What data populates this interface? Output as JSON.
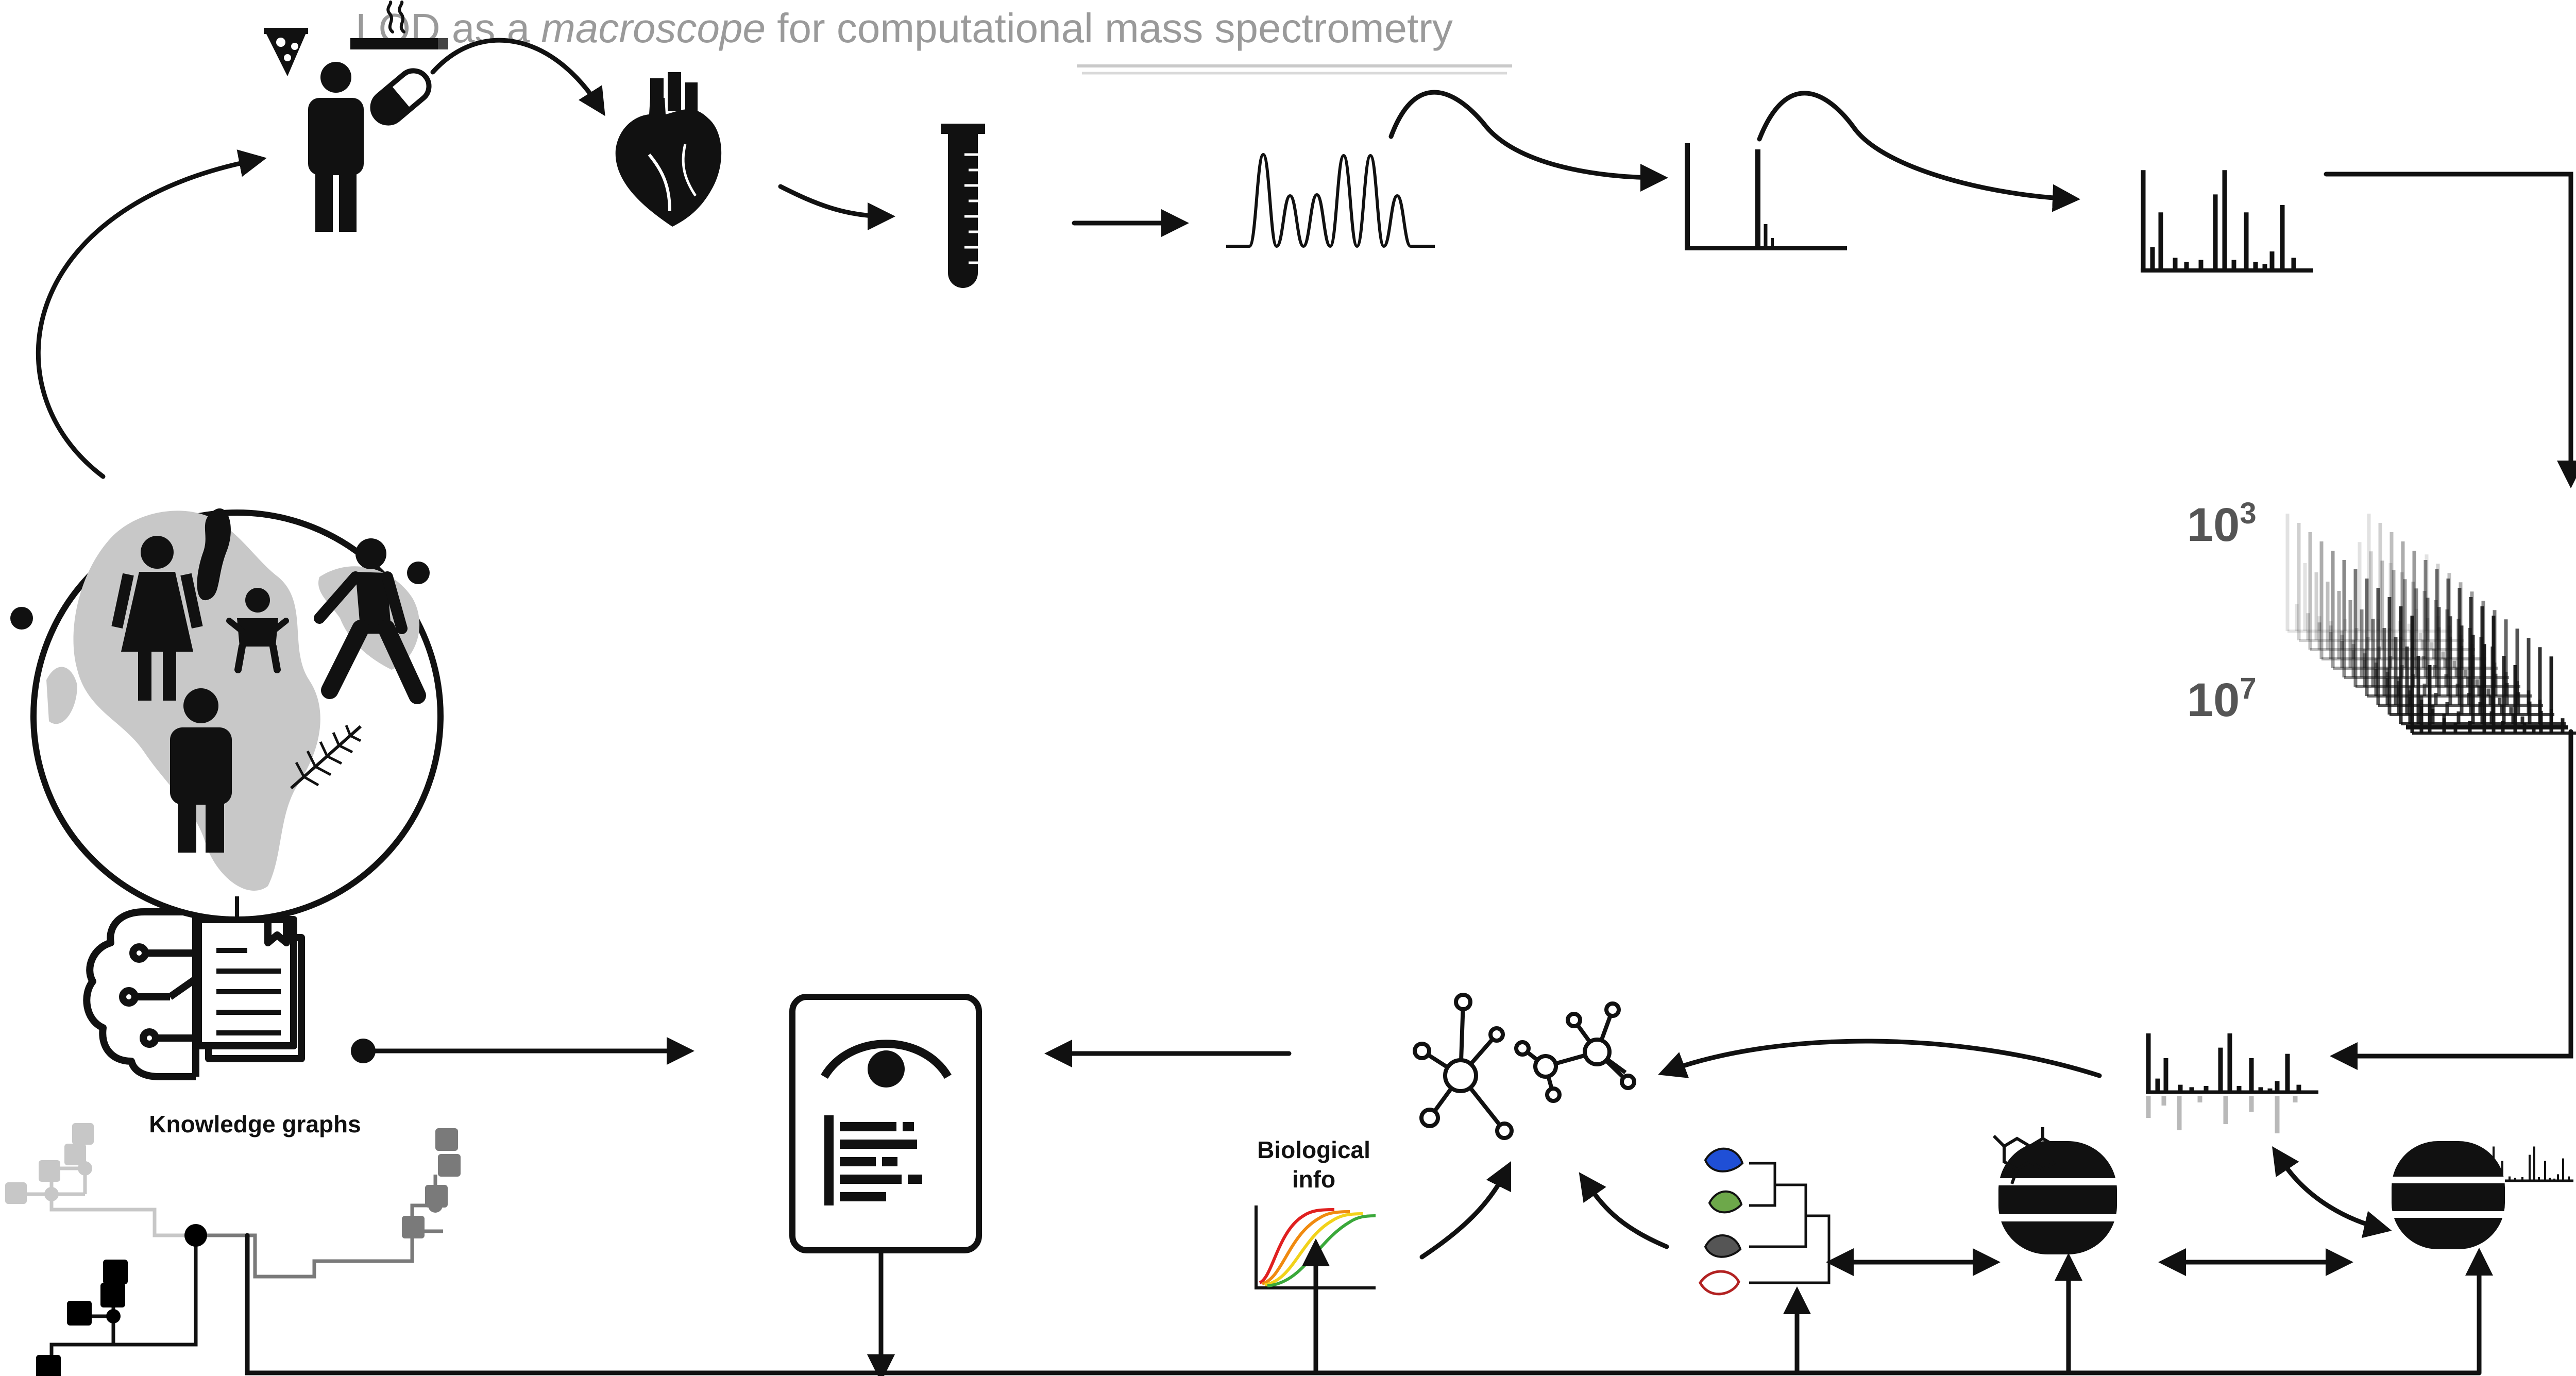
{
  "title": {
    "part1": "LOD as a ",
    "part2": "macroscope",
    "part3": " for computational mass spectrometry"
  },
  "scale_labels": {
    "low": "10",
    "low_exp": "3",
    "high": "10",
    "high_exp": "7"
  },
  "knowledge_graphs_label": "Knowledge graphs",
  "biological_info_label_line1": "Biological",
  "biological_info_label_line2": "info",
  "colors": {
    "title": "#9a9a9a",
    "ink": "#111111",
    "globe": "#c8c8c8",
    "kg_light": "#c7c7c7",
    "kg_mid": "#7a7a7a",
    "kg_dark": "#000000",
    "leaf_blue": "#1f4fd6",
    "leaf_green": "#6da84a",
    "leaf_red": "#b22222",
    "curve_red": "#e02020",
    "curve_orange": "#f08a10",
    "curve_yellow": "#f2d21a",
    "curve_green": "#3aa83a"
  },
  "icons": [
    "pizza-icon",
    "cigarette-icon",
    "pill-icon",
    "person-icon",
    "heart-icon",
    "test-tube-icon",
    "chromatogram-icon",
    "ms1-spectrum-icon",
    "ms2-spectrum-icon",
    "spectra-stack-icon",
    "mirror-spectrum-icon",
    "database-icon",
    "molecule-icon",
    "network-icon",
    "phylogeny-icon",
    "growth-curves-icon",
    "report-eye-icon",
    "ai-book-icon",
    "globe-icon",
    "knowledge-graph-icon"
  ]
}
